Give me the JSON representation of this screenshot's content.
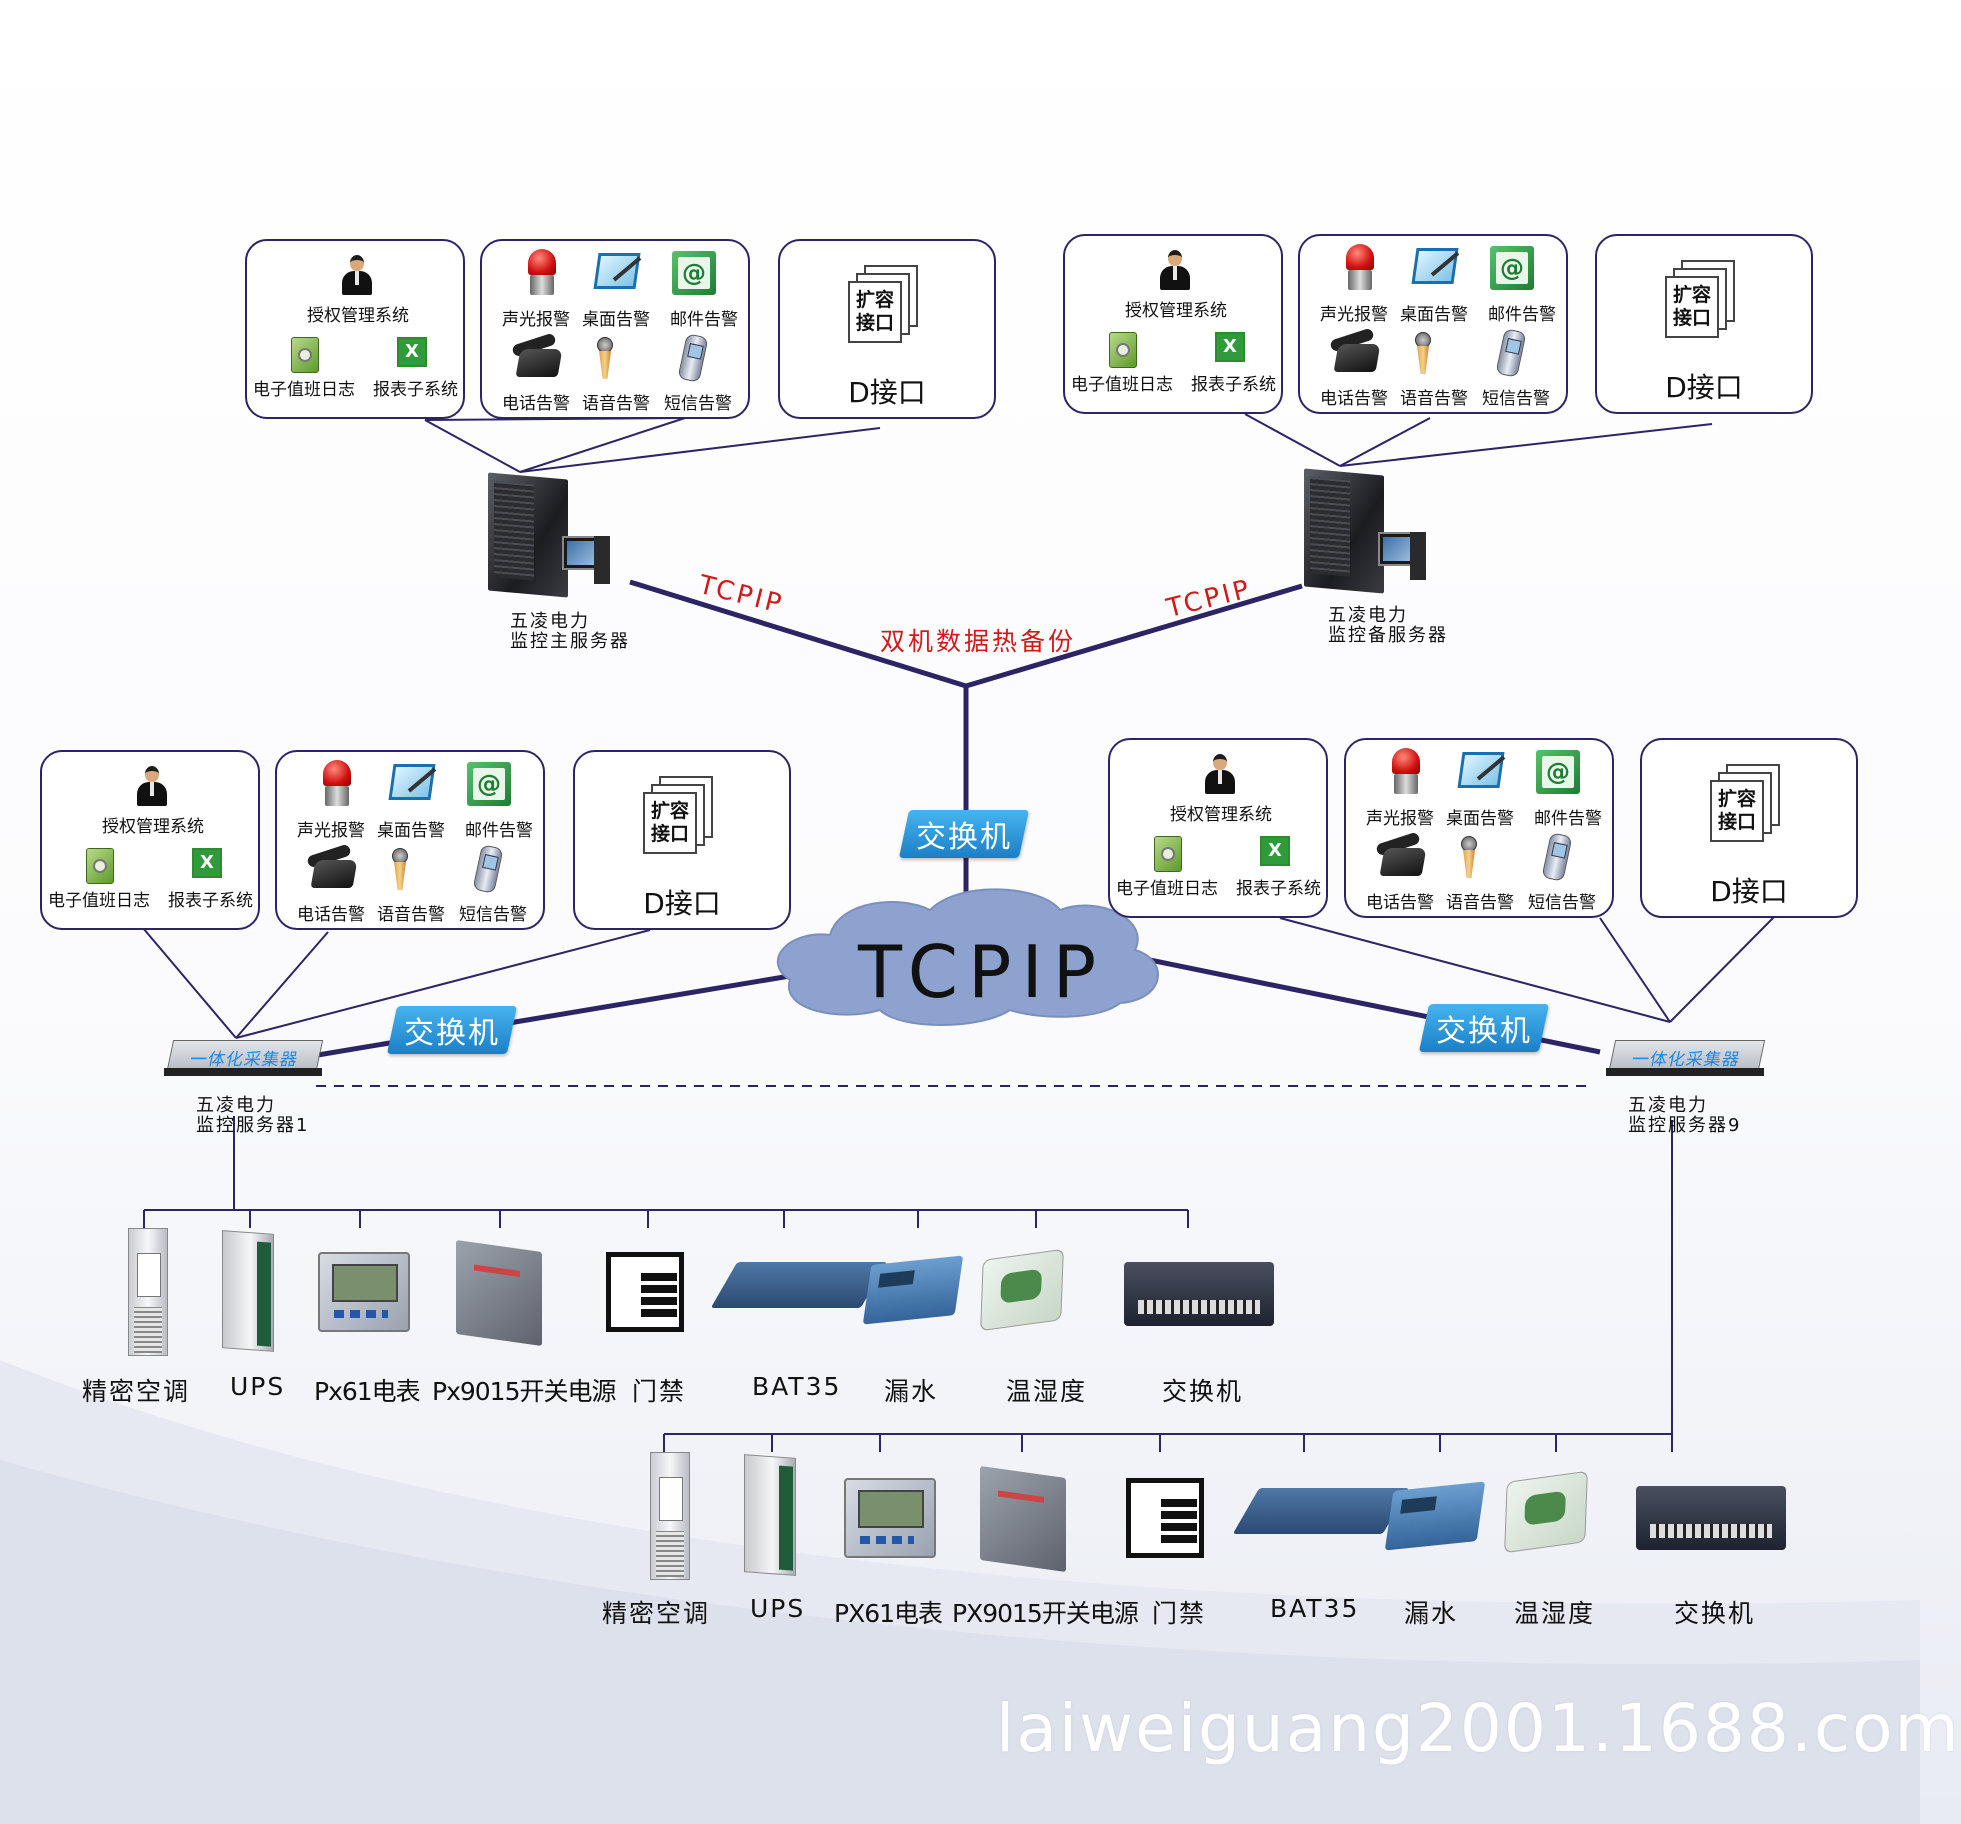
{
  "client_box": {
    "auth": "授权管理系统",
    "log": "电子值班日志",
    "report": "报表子系统"
  },
  "alarm_box": {
    "sound_light": "声光报警",
    "desktop": "桌面告警",
    "email": "邮件告警",
    "phone": "电话告警",
    "voice": "语音告警",
    "sms": "短信告警"
  },
  "expand_box": {
    "icon_text": "扩容\n接口",
    "label": "D接口"
  },
  "servers": {
    "main": "五凌电力\n监控主服务器",
    "backup": "五凌电力\n监控备服务器",
    "server1": "五凌电力\n监控服务器1",
    "server9": "五凌电力\n监控服务器9",
    "collector": "一体化采集器"
  },
  "network": {
    "tcpip_link": "TCPIP",
    "hot_backup": "双机数据热备份",
    "switch": "交换机",
    "cloud": "TCPIP"
  },
  "devices_top": [
    "精密空调",
    "UPS",
    "Px61电表",
    "Px9015开关电源",
    "门禁",
    "BAT35",
    "漏水",
    "温湿度",
    "交换机"
  ],
  "devices_bottom": [
    "精密空调",
    "UPS",
    "PX61电表",
    "PX9015开关电源",
    "门禁",
    "BAT35",
    "漏水",
    "温湿度",
    "交换机"
  ],
  "watermark": "laiweiguang2001.1688.com"
}
